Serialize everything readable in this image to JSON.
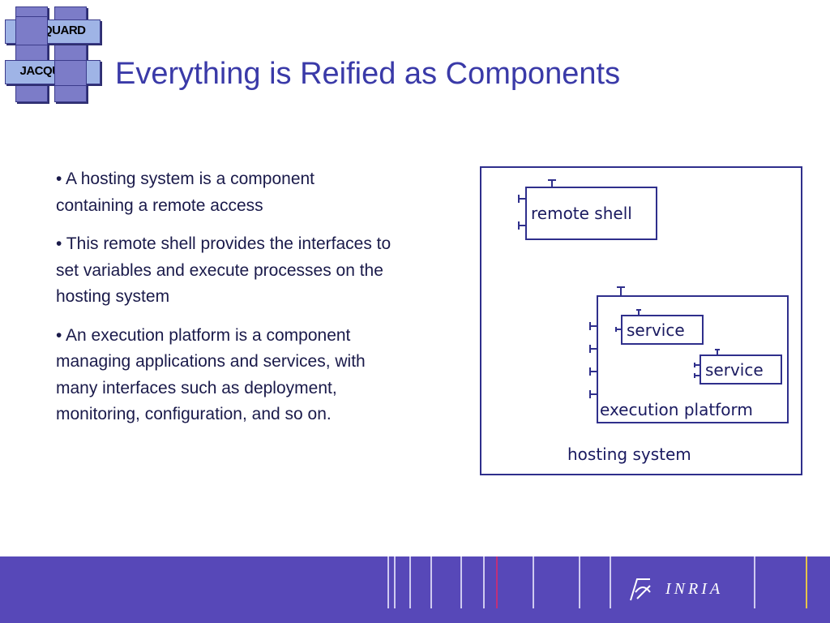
{
  "logo": {
    "label_top": "JACQUARD",
    "label_bottom": "JACQUARD"
  },
  "title": "Everything is Reified as Components",
  "bullets": [
    "• A hosting system is a component containing a remote access",
    "• This remote shell provides the interfaces to set variables and execute processes on the hosting system",
    "• An execution platform is a component managing applications and services, with many interfaces such as deployment, monitoring, configuration, and so on."
  ],
  "diagram": {
    "remote_shell": "remote shell",
    "service_1": "service",
    "service_2": "service",
    "execution_platform": "execution platform",
    "hosting_system": "hosting system"
  },
  "footer": {
    "brand": "INRIA"
  },
  "colors": {
    "title": "#3a3aa8",
    "footer": "#5748b8",
    "diagram_stroke": "#2f2f8c"
  }
}
